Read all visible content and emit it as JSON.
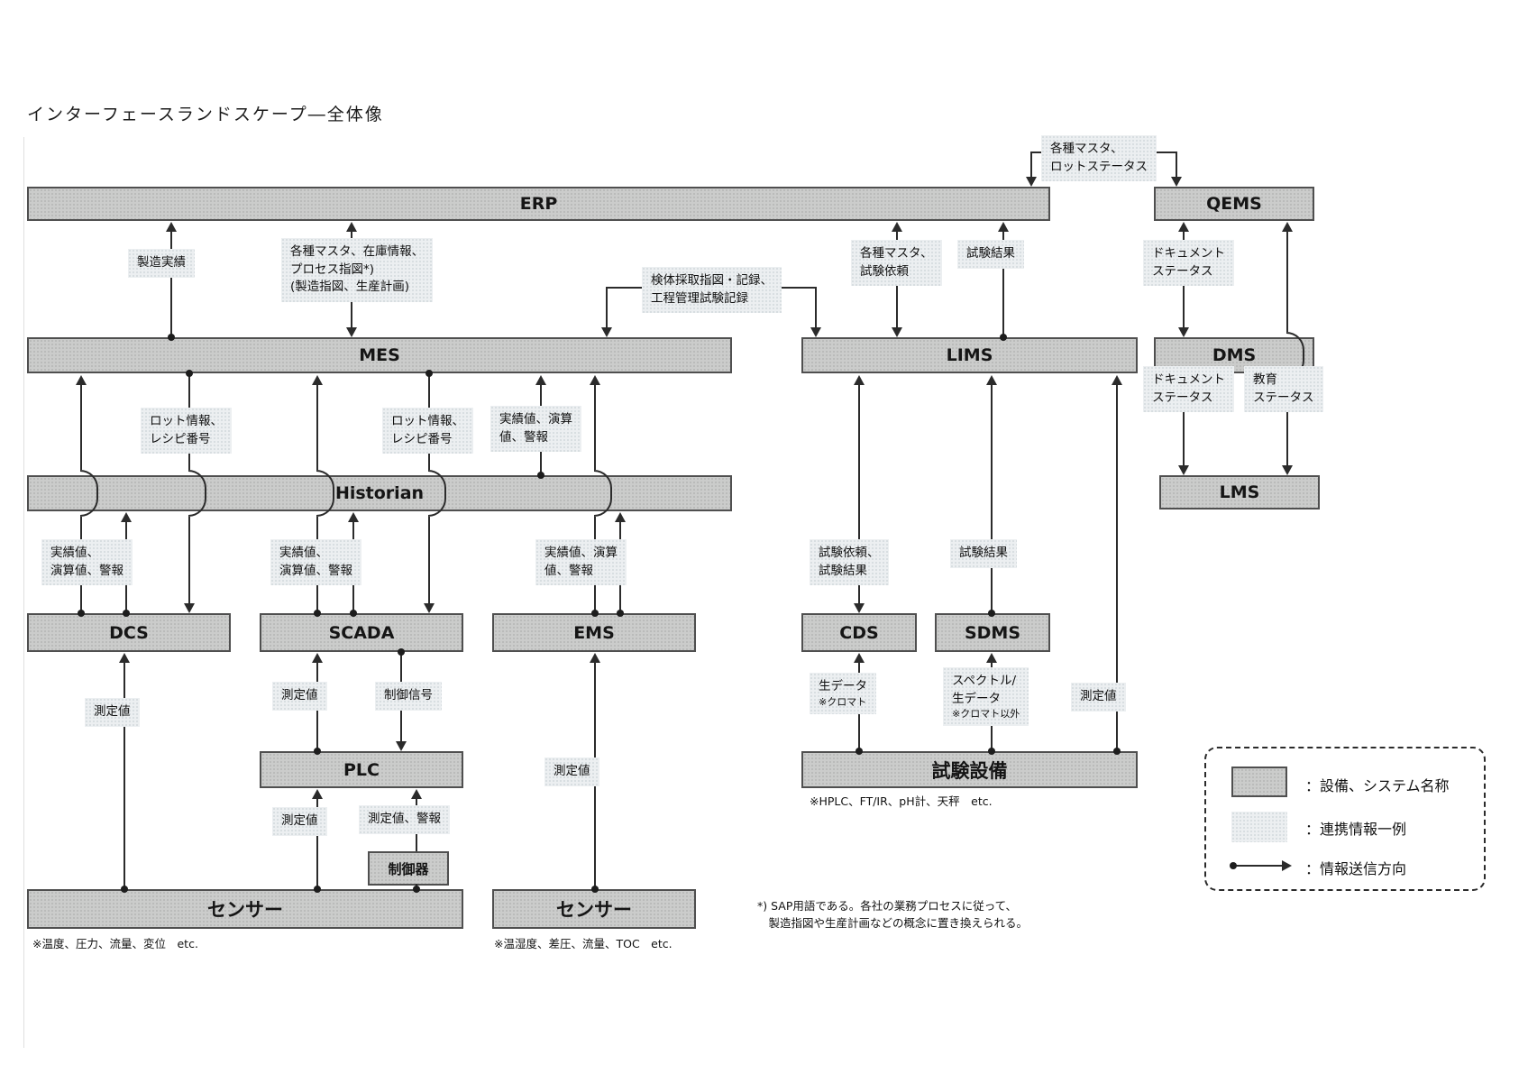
{
  "title": "インターフェースランドスケープ―全体像",
  "systems": {
    "erp": "ERP",
    "qems": "QEMS",
    "mes": "MES",
    "lims": "LIMS",
    "dms": "DMS",
    "historian": "Historian",
    "lms": "LMS",
    "dcs": "DCS",
    "scada": "SCADA",
    "ems": "EMS",
    "cds": "CDS",
    "sdms": "SDMS",
    "plc": "PLC",
    "test_equipment": "試験設備",
    "controller": "制御器",
    "sensor": "センサー"
  },
  "flows": {
    "master_lot_status": "各種マスタ、\nロットステータス",
    "manufacturing_results": "製造実績",
    "master_inventory_process": "各種マスタ、在庫情報、\nプロセス指図*)\n(製造指図、生産計画)",
    "sampling_records": "検体採取指図・記録、\n工程管理試験記録",
    "master_test_request": "各種マスタ、\n試験依頼",
    "test_results": "試験結果",
    "document_status": "ドキュメント\nステータス",
    "education_status": "教育\nステータス",
    "lot_recipe": "ロット情報、\nレシピ番号",
    "actual_values_a": "実績値、\n演算値、警報",
    "actual_values_b": "実績値、演算\n値、警報",
    "test_request_results": "試験依頼、\n試験結果",
    "measurement": "測定値",
    "control_signal": "制御信号",
    "measurement_alarm": "測定値、警報",
    "raw_data": "生データ",
    "raw_data_note": "※クロマト",
    "spectrum_raw_data": "スペクトル/\n生データ",
    "spectrum_note": "※クロマト以外"
  },
  "legend": {
    "system_label": "：設備、システム名称",
    "info_label": "：連携情報一例",
    "direction_label": "：情報送信方向"
  },
  "footnotes": {
    "sensor_left": "※温度、圧力、流量、変位　etc.",
    "sensor_right": "※温湿度、差圧、流量、TOC　etc.",
    "test_equipment": "※HPLC、FT/IR、pH計、天秤　etc.",
    "sap": "*) SAP用語である。各社の業務プロセスに従って、\n　製造指図や生産計画などの概念に置き換えられる。"
  }
}
